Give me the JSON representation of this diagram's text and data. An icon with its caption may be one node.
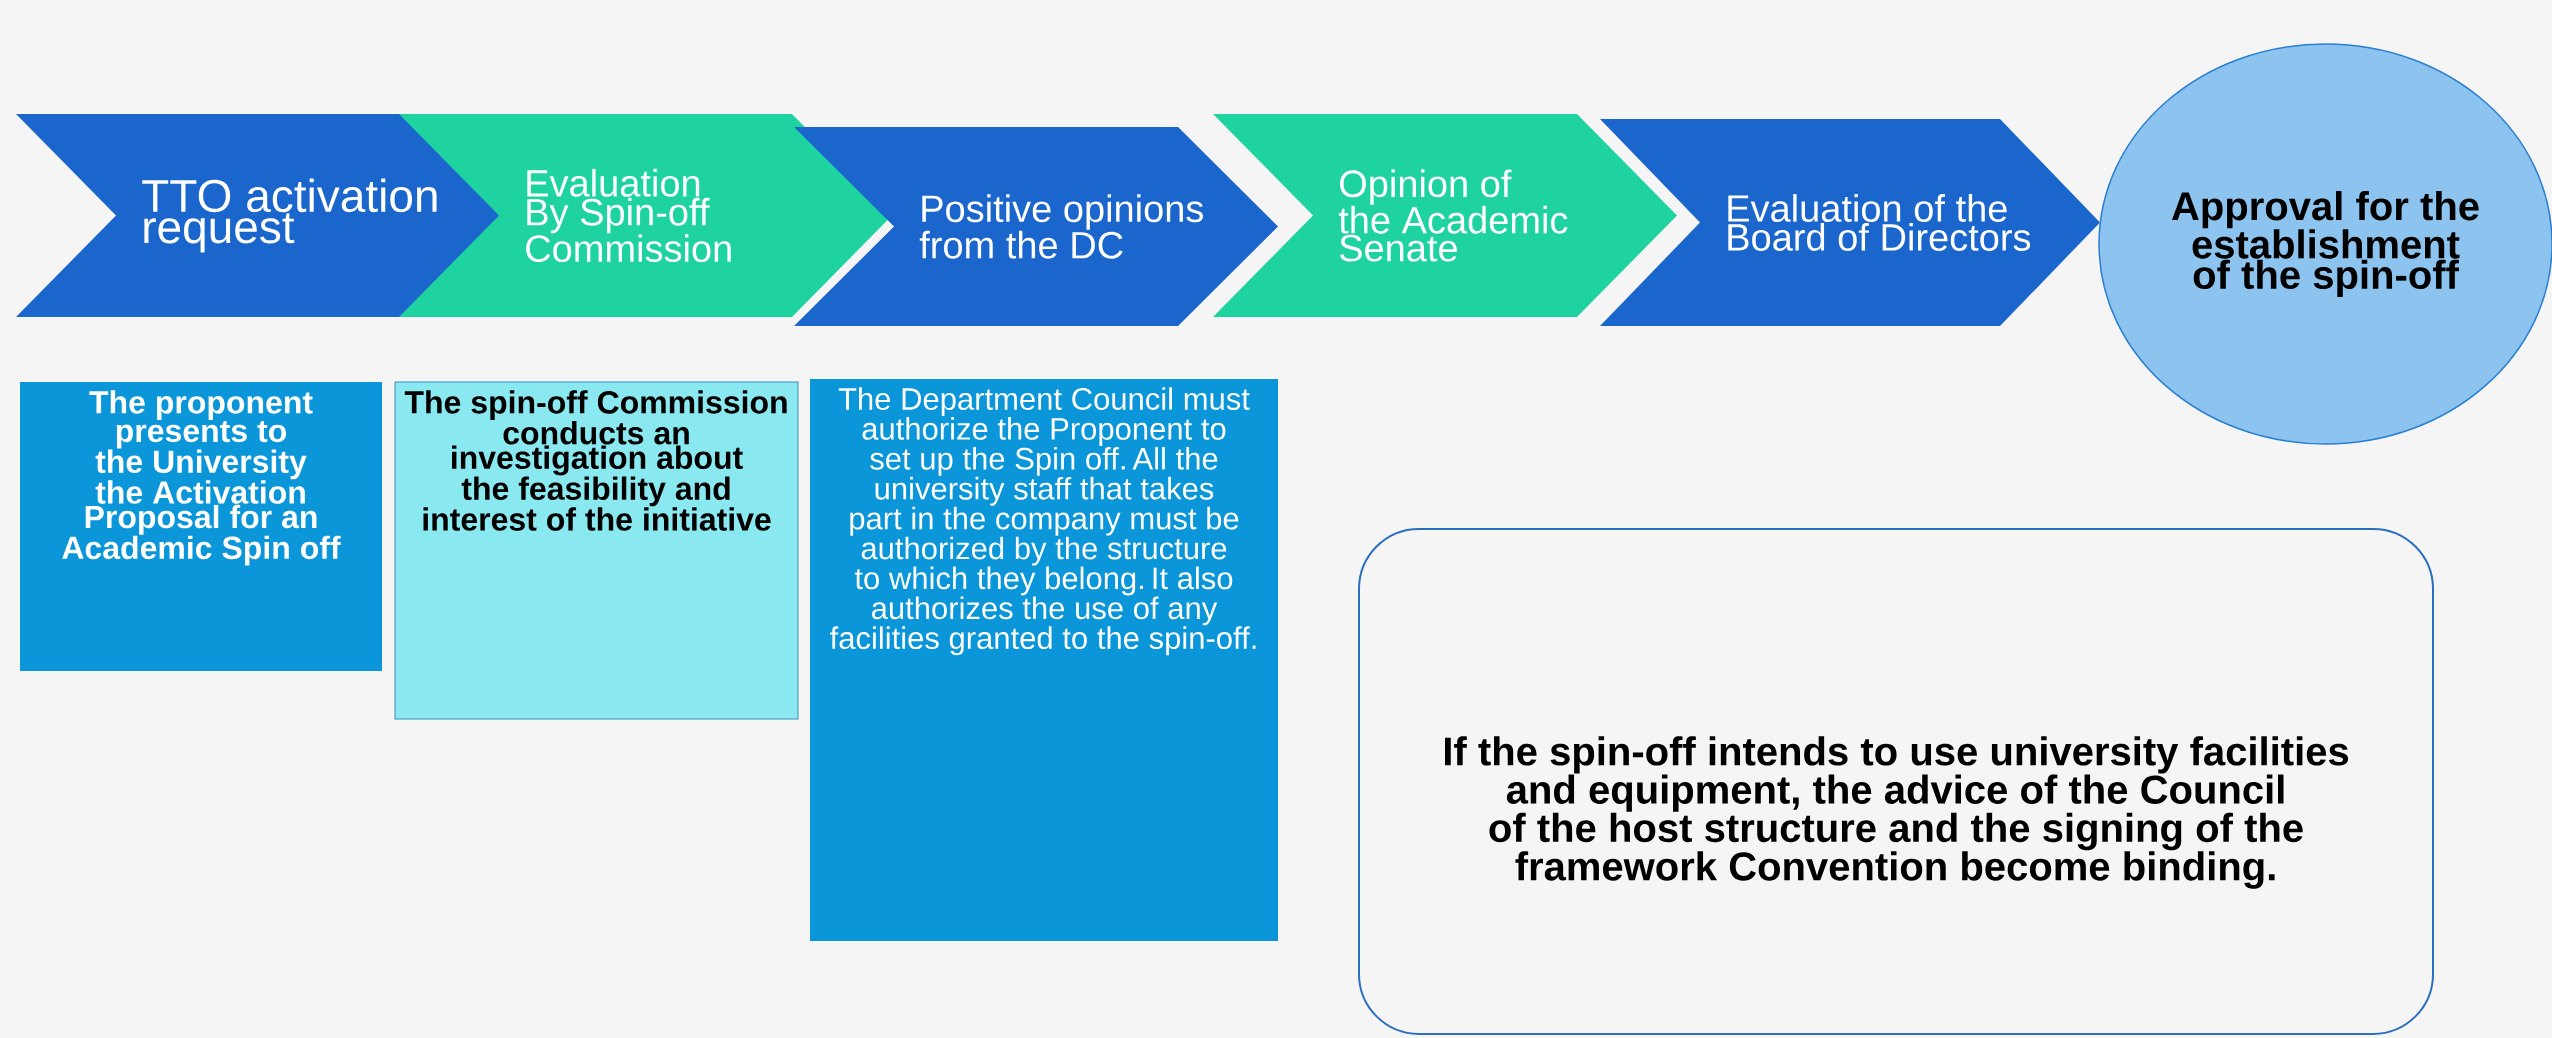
{
  "diagram": {
    "nodes": [
      {
        "text": [
          "TTO activation request"
        ]
      },
      {
        "text": [
          "Evaluation By Spin-off Commission"
        ]
      },
      {
        "text": [
          "Positive opinions from the DC"
        ]
      },
      {
        "text": [
          "Opinion of the Academic Senate"
        ]
      },
      {
        "text": [
          "Evaluation of the Board of Directors"
        ]
      },
      {
        "text": [
          "Approval for the establishment of the spin-off"
        ]
      },
      {
        "text": [
          "The proponent presents to the University the Activation Proposal for an Academic Spin off"
        ]
      },
      {
        "text": [
          "The spin-off Commission conducts an investigation about the feasibility and interest of the initiative"
        ]
      },
      {
        "text": [
          "The Department Council must authorize the Proponent to set up the Spin off. All the university staff that takes part in the company must be authorized by the structure to which they belong. It also authorizes the use of any facilities granted to the spin-off."
        ]
      },
      {
        "text": [
          "If the spin-off intends to use university facilities and equipment, the advice of the Council of the host structure and the signing of the framework Convention become binding."
        ]
      }
    ]
  }
}
